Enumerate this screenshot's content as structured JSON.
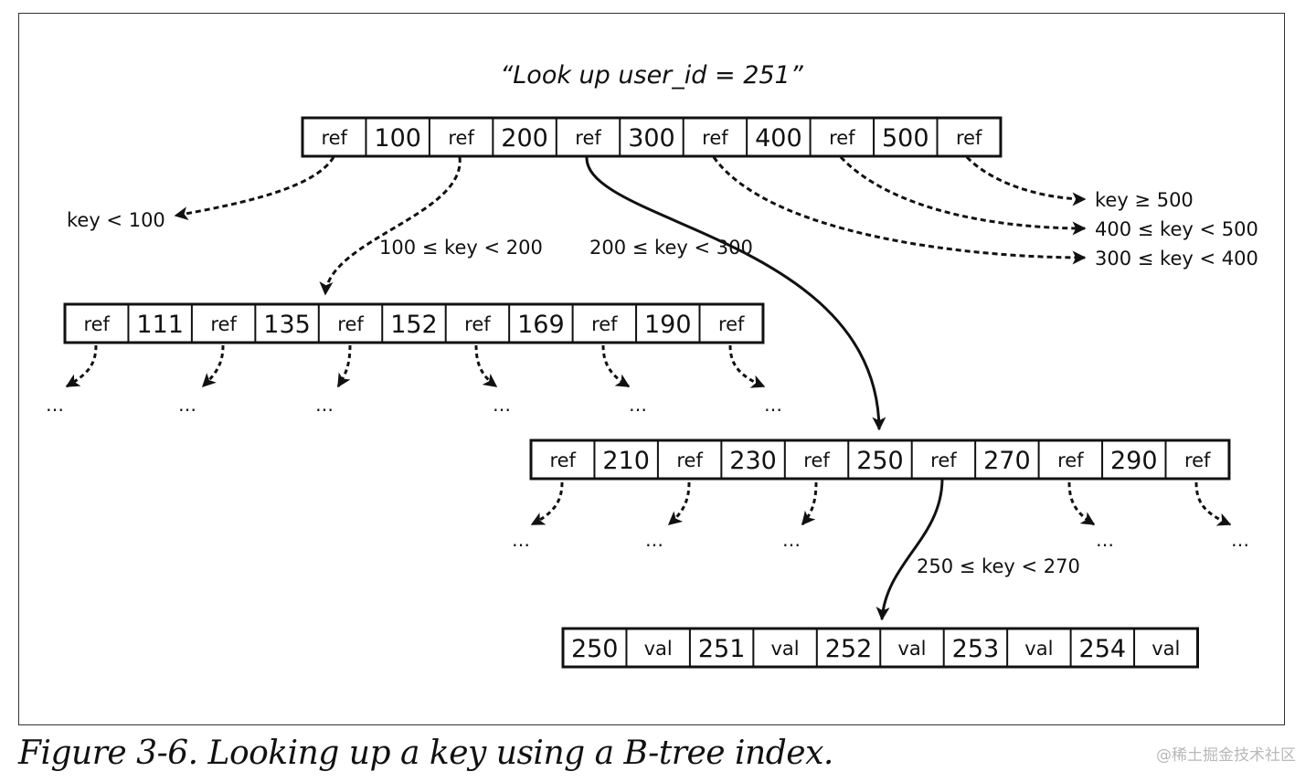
{
  "query": "“Look up user_id = 251”",
  "nodes": {
    "root": [
      "ref",
      "100",
      "ref",
      "200",
      "ref",
      "300",
      "ref",
      "400",
      "ref",
      "500",
      "ref"
    ],
    "level1_left": [
      "ref",
      "111",
      "ref",
      "135",
      "ref",
      "152",
      "ref",
      "169",
      "ref",
      "190",
      "ref"
    ],
    "level1_mid": [
      "ref",
      "210",
      "ref",
      "230",
      "ref",
      "250",
      "ref",
      "270",
      "ref",
      "290",
      "ref"
    ],
    "leaf": [
      "250",
      "val",
      "251",
      "val",
      "252",
      "val",
      "253",
      "val",
      "254",
      "val"
    ]
  },
  "range_labels": {
    "key_lt_100": "key < 100",
    "r100_200": "100 ≤ key < 200",
    "r200_300": "200 ≤ key < 300",
    "key_ge_500": "key ≥ 500",
    "r400_500": "400 ≤ key < 500",
    "r300_400": "300 ≤ key < 400",
    "r250_270": "250 ≤ key < 270"
  },
  "ellipsis": "…",
  "caption": "Figure 3-6. Looking up a key using a B-tree index.",
  "watermark": "@稀土掘金技术社区"
}
